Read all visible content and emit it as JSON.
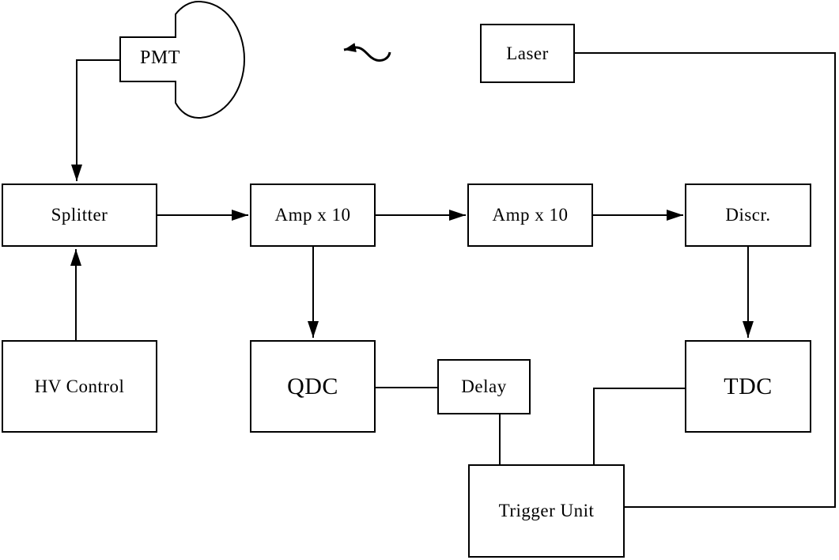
{
  "diagram": {
    "description": "Block diagram of a PMT laser-calibration / readout setup",
    "colors": {
      "ink": "#000000",
      "paper": "#ffffff"
    },
    "nodes": {
      "pmt": {
        "label": "PMT"
      },
      "laser": {
        "label": "Laser"
      },
      "splitter": {
        "label": "Splitter"
      },
      "amp1": {
        "label": "Amp x 10"
      },
      "amp2": {
        "label": "Amp x 10"
      },
      "discr": {
        "label": "Discr."
      },
      "hv": {
        "label": "HV Control"
      },
      "qdc": {
        "label": "QDC"
      },
      "delay": {
        "label": "Delay"
      },
      "tdc": {
        "label": "TDC"
      },
      "trigger": {
        "label": "Trigger Unit"
      }
    },
    "edges": [
      {
        "from": "pmt",
        "to": "splitter",
        "arrow": true,
        "style": "solid"
      },
      {
        "from": "splitter",
        "to": "amp1",
        "arrow": true,
        "style": "solid"
      },
      {
        "from": "amp1",
        "to": "amp2",
        "arrow": true,
        "style": "solid"
      },
      {
        "from": "amp2",
        "to": "discr",
        "arrow": true,
        "style": "solid"
      },
      {
        "from": "hv",
        "to": "splitter",
        "arrow": true,
        "style": "solid"
      },
      {
        "from": "amp1",
        "to": "qdc",
        "arrow": true,
        "style": "solid"
      },
      {
        "from": "discr",
        "to": "tdc",
        "arrow": true,
        "style": "solid"
      },
      {
        "from": "qdc",
        "to": "delay",
        "arrow": false,
        "style": "solid"
      },
      {
        "from": "delay",
        "to": "trigger",
        "arrow": false,
        "style": "solid"
      },
      {
        "from": "tdc",
        "to": "trigger",
        "arrow": false,
        "style": "solid"
      },
      {
        "from": "laser",
        "to": "trigger",
        "arrow": false,
        "style": "solid"
      },
      {
        "from": "laser",
        "to": "pmt",
        "arrow": true,
        "style": "wavy-light"
      }
    ]
  }
}
